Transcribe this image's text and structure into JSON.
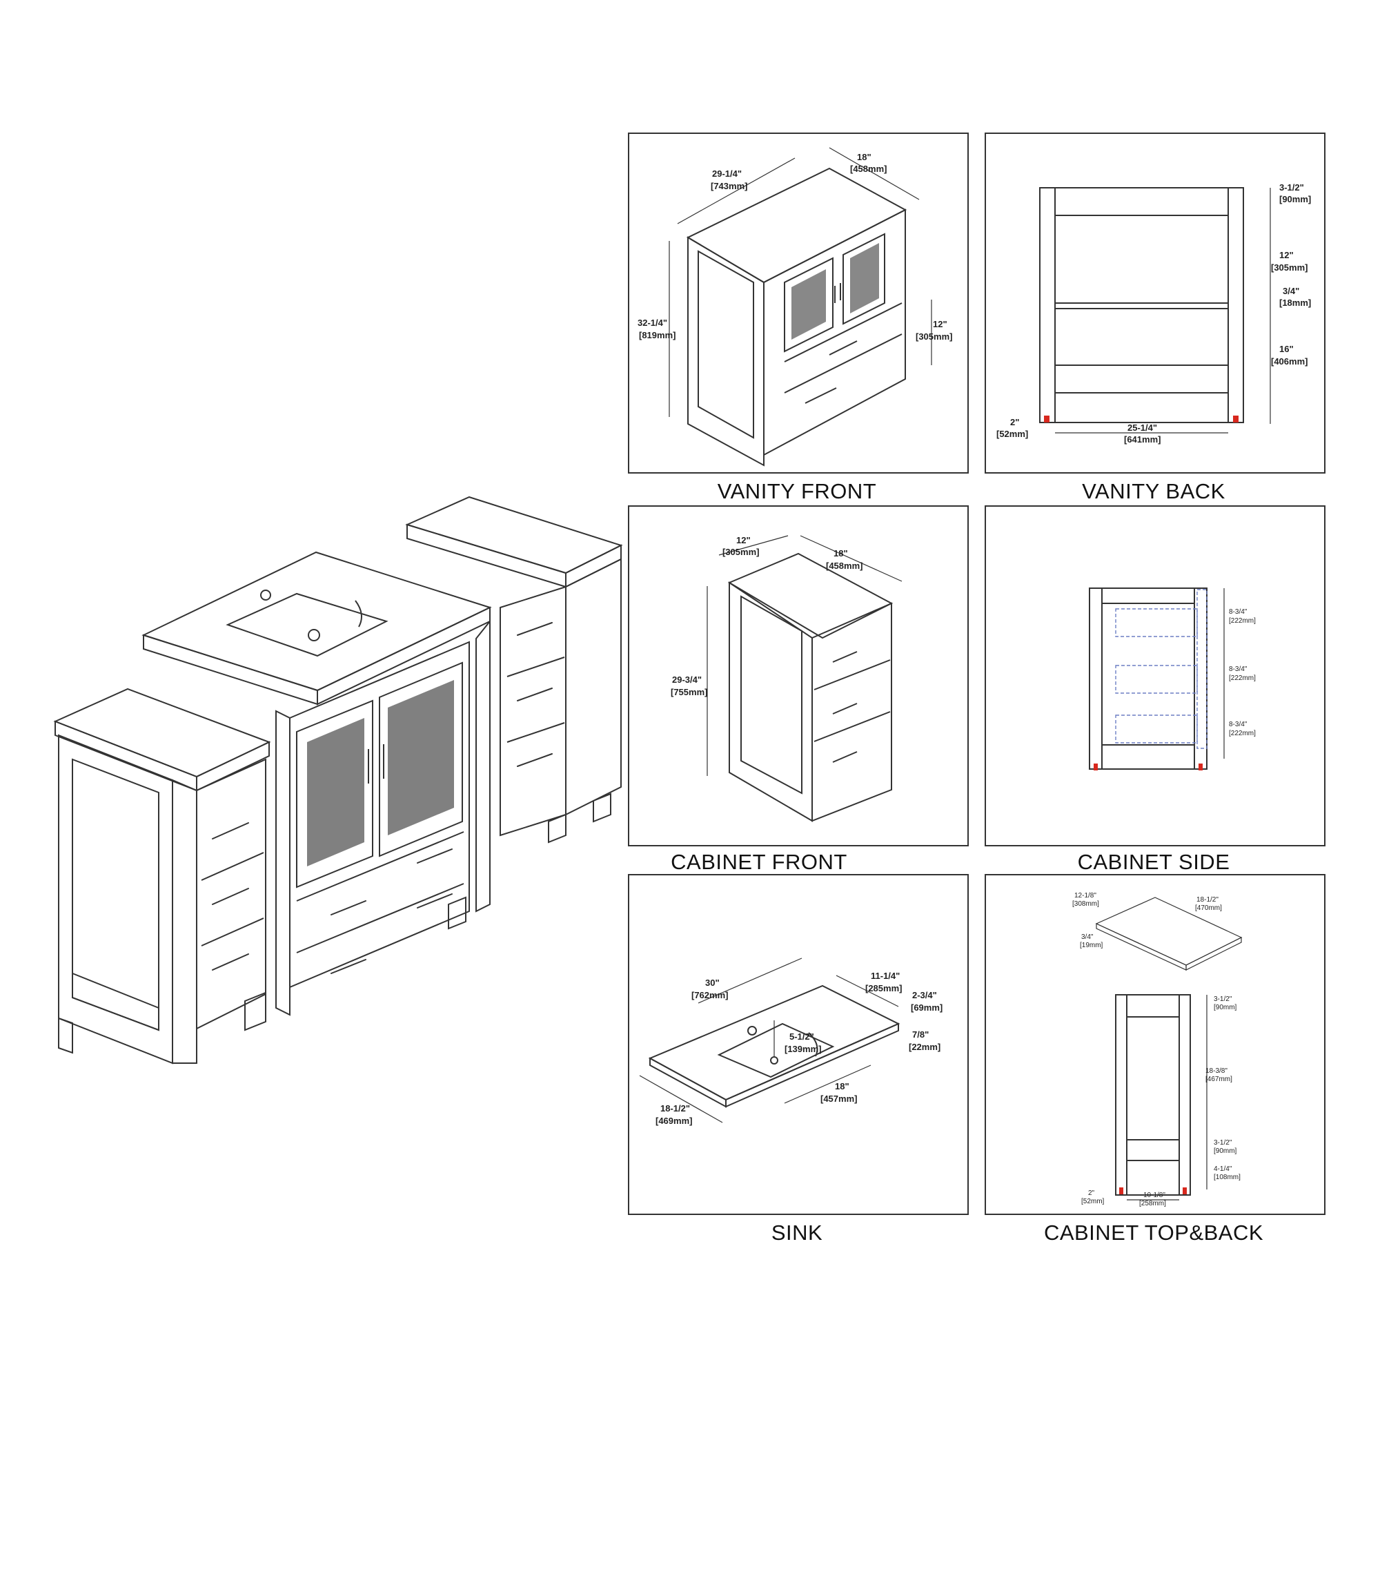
{
  "panels": {
    "vanity_front": {
      "caption": "VANITY FRONT",
      "dims": [
        "29-1/4\"",
        "[743mm]",
        "18\"",
        "[458mm]",
        "32-1/4\"",
        "[819mm]",
        "12\"",
        "[305mm]"
      ]
    },
    "vanity_back": {
      "caption": "VANITY BACK",
      "dims": [
        "3-1/2\"",
        "[90mm]",
        "12\"",
        "[305mm]",
        "3/4\"",
        "[18mm]",
        "16\"",
        "[406mm]",
        "2\"",
        "[52mm]",
        "25-1/4\"",
        "[641mm]"
      ]
    },
    "cabinet_front": {
      "caption": "CABINET FRONT",
      "dims": [
        "12\"",
        "[305mm]",
        "18\"",
        "[458mm]",
        "29-3/4\"",
        "[755mm]"
      ]
    },
    "cabinet_side": {
      "caption": "CABINET SIDE",
      "dims": [
        "8-3/4\"",
        "[222mm]",
        "8-3/4\"",
        "[222mm]",
        "8-3/4\"",
        "[222mm]"
      ]
    },
    "sink": {
      "caption": "SINK",
      "dims": [
        "30\"",
        "[762mm]",
        "11-1/4\"",
        "[285mm]",
        "2-3/4\"",
        "[69mm]",
        "5-1/2\"",
        "[139mm]",
        "7/8\"",
        "[22mm]",
        "18\"",
        "[457mm]",
        "18-1/2\"",
        "[469mm]"
      ]
    },
    "cabinet_top_back": {
      "caption": "CABINET TOP&BACK",
      "dims": [
        "12-1/8\"",
        "[308mm]",
        "18-1/2\"",
        "[470mm]",
        "3/4\"",
        "[19mm]",
        "3-1/2\"",
        "[90mm]",
        "18-3/8\"",
        "[467mm]",
        "3-1/2\"",
        "[90mm]",
        "4-1/4\"",
        "[108mm]",
        "2\"",
        "[52mm]",
        "10-1/8\"",
        "[258mm]"
      ]
    }
  }
}
